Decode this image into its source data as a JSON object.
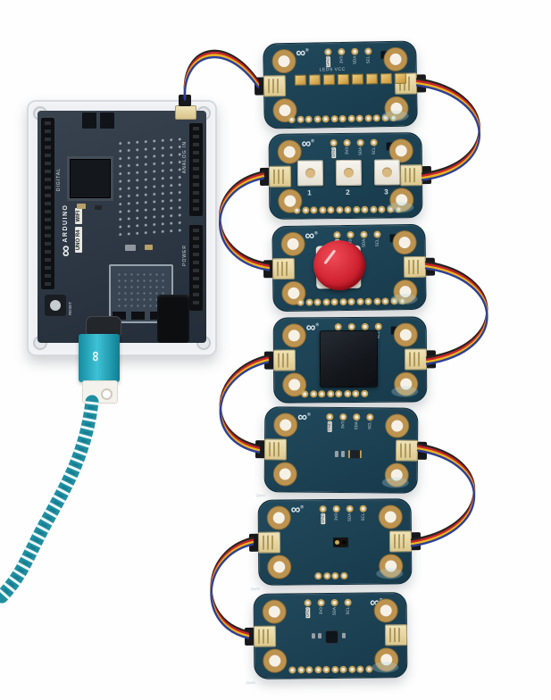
{
  "shared": {
    "logo_glyph": "∞",
    "registered": "®",
    "pin_labels": [
      "GND",
      "3V3",
      "SDA",
      "SCL"
    ],
    "connector_label": "Qw/st"
  },
  "arduino": {
    "brand": "ARDUINO",
    "model": "UNO R4",
    "variant": "WIFI",
    "labels": {
      "digital": "DIGITAL",
      "analog": "ANALOG IN",
      "power": "POWER",
      "reset": "RESET"
    }
  },
  "modules": [
    {
      "name": "leds",
      "silkscreen": "LEDS VCC"
    },
    {
      "name": "buttons",
      "labels": [
        "1",
        "2",
        "3"
      ]
    },
    {
      "name": "knob"
    },
    {
      "name": "buzzer"
    },
    {
      "name": "thermo"
    },
    {
      "name": "distance"
    },
    {
      "name": "movement"
    }
  ],
  "colors": {
    "module_pcb": "#1c4254",
    "arduino_pcb": "#2f3945",
    "wire_black": "#26231f",
    "wire_red": "#c9232b",
    "wire_yellow": "#e8b41e",
    "wire_blue": "#2e3f96",
    "usb_teal": "#1fa2b8",
    "knob_red": "#cf1f2e",
    "gold": "#c29a55",
    "connector_cream": "#e9dcab",
    "led_amber": "#d9a94e"
  }
}
